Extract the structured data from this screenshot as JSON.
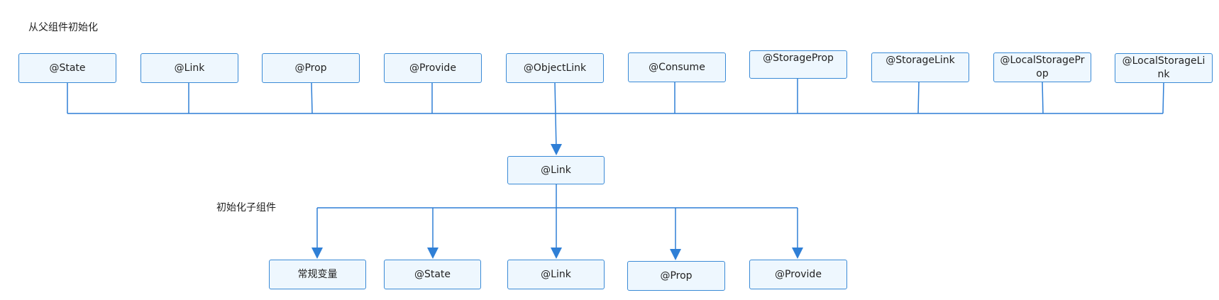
{
  "labels": {
    "parent_init": "从父组件初始化",
    "child_init": "初始化子组件"
  },
  "colors": {
    "line": "#2f7fd6",
    "node_fill": "#eef7fe",
    "node_border": "#3a8ad6"
  },
  "parent_nodes": [
    {
      "label": "@State"
    },
    {
      "label": "@Link"
    },
    {
      "label": "@Prop"
    },
    {
      "label": "@Provide"
    },
    {
      "label": "@ObjectLink"
    },
    {
      "label": "@Consume"
    },
    {
      "label": "@StorageProp"
    },
    {
      "label": "@StorageLink"
    },
    {
      "label": "@LocalStorageProp"
    },
    {
      "label": "@LocalStorageLink"
    }
  ],
  "center_node": {
    "label": "@Link"
  },
  "child_nodes": [
    {
      "label": "常规变量"
    },
    {
      "label": "@State"
    },
    {
      "label": "@Link"
    },
    {
      "label": "@Prop"
    },
    {
      "label": "@Provide"
    }
  ]
}
